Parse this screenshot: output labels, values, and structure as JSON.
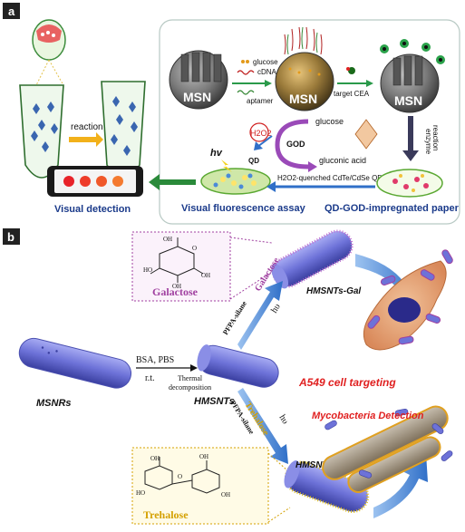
{
  "panels": {
    "a": {
      "tag": "a",
      "reaction": "reaction",
      "msn": "MSN",
      "glucose": "glucose",
      "cdna": "cDNA",
      "aptamer": "aptamer",
      "target_cea": "target CEA",
      "enzyme_reaction_1": "enzyme",
      "enzyme_reaction_2": "reaction",
      "glucose2": "glucose",
      "god": "GOD",
      "h2o2": "H2O2",
      "gluconic_acid": "gluconic acid",
      "hv": "hv",
      "qd": "QD",
      "quenched": "H2O2-quenched CdTe/CdSe QD",
      "visual_fluorescence": "Visual fluorescence assay",
      "impregnated_paper": "QD-GOD-impregnated paper",
      "visual_detection": "Visual detection",
      "detection_dot_colors": [
        "#e8222a",
        "#ee3c2a",
        "#f0582a",
        "#f47a30"
      ]
    },
    "b": {
      "tag": "b",
      "galactose": "Galactose",
      "trehalose": "Trehalose",
      "msnrs": "MSNRs",
      "bsa_pbs": "BSA, PBS",
      "rt": "r.t.",
      "thermal_1": "Thermal",
      "thermal_2": "decomposition",
      "hmsnts": "HMSNTs",
      "pfpa_silane": "PFPA-silane",
      "galactose_arrow": "Galactose",
      "trehalose_arrow": "Trehalose",
      "hv": "hυ",
      "hmsnts_gal": "HMSNTs-Gal",
      "hmsnts_tre": "HMSNTs-Tre",
      "a549": "A549 cell targeting",
      "mycobacteria": "Mycobacteria Detection"
    }
  },
  "colors": {
    "panel_tag_bg": "#222222",
    "msn_sphere": "#7a7a7a",
    "paper_green": "#5aa832",
    "arrow_blue": "#2f6fc8",
    "a549_red": "#e02020",
    "galactose_purple": "#a040a0",
    "trehalose_gold": "#d4a000",
    "tube_blue": "#6d72d8"
  }
}
